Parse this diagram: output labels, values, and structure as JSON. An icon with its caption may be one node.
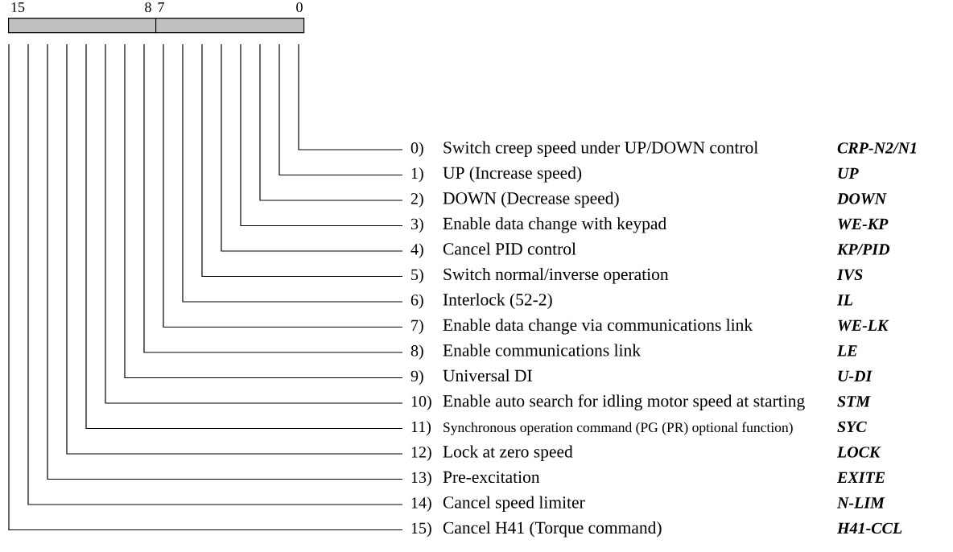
{
  "diagram": {
    "nodes": [
      {
        "text": [
          "15",
          "8"
        ]
      },
      {
        "text": [
          "7",
          "0"
        ]
      },
      {
        "text": [
          "0)",
          "Switch creep speed under UP/DOWN control",
          "CRP-N2/N1"
        ]
      },
      {
        "text": [
          "1)",
          "UP (Increase speed)",
          "UP"
        ]
      },
      {
        "text": [
          "2)",
          "DOWN (Decrease speed)",
          "DOWN"
        ]
      },
      {
        "text": [
          "3)",
          "Enable data change with keypad",
          "WE-KP"
        ]
      },
      {
        "text": [
          "4)",
          "Cancel PID control",
          "KP/PID"
        ]
      },
      {
        "text": [
          "5)",
          "Switch normal/inverse operation",
          "IVS"
        ]
      },
      {
        "text": [
          "6)",
          "Interlock (52-2)",
          "IL"
        ]
      },
      {
        "text": [
          "7)",
          "Enable data change via communications link",
          "WE-LK"
        ]
      },
      {
        "text": [
          "8)",
          "Enable communications link",
          "LE"
        ]
      },
      {
        "text": [
          "9)",
          "Universal DI",
          "U-DI"
        ]
      },
      {
        "text": [
          "10)",
          "Enable auto search for idling motor speed at starting",
          "STM"
        ]
      },
      {
        "text": [
          "11)",
          "Synchronous operation command (PG (PR) optional function)",
          "SYC"
        ]
      },
      {
        "text": [
          "12)",
          "Lock at zero speed",
          "LOCK"
        ]
      },
      {
        "text": [
          "13)",
          "Pre-excitation",
          "EXITE"
        ]
      },
      {
        "text": [
          "14)",
          "Cancel speed limiter",
          "N-LIM"
        ]
      },
      {
        "text": [
          "15)",
          "Cancel H41 (Torque command)",
          "H41-CCL"
        ]
      }
    ],
    "edges": [
      {
        "from": 2,
        "to": null,
        "arrow": "none"
      },
      {
        "from": 3,
        "to": null,
        "arrow": "none"
      },
      {
        "from": 4,
        "to": null,
        "arrow": "none"
      },
      {
        "from": 5,
        "to": null,
        "arrow": "none"
      },
      {
        "from": 6,
        "to": null,
        "arrow": "none"
      },
      {
        "from": 7,
        "to": null,
        "arrow": "none"
      },
      {
        "from": 8,
        "to": null,
        "arrow": "none"
      },
      {
        "from": 9,
        "to": null,
        "arrow": "none"
      },
      {
        "from": 10,
        "to": null,
        "arrow": "none"
      },
      {
        "from": 11,
        "to": null,
        "arrow": "none"
      },
      {
        "from": 12,
        "to": null,
        "arrow": "none"
      },
      {
        "from": 13,
        "to": null,
        "arrow": "none"
      },
      {
        "from": 14,
        "to": null,
        "arrow": "none"
      },
      {
        "from": 15,
        "to": null,
        "arrow": "none"
      },
      {
        "from": 16,
        "to": null,
        "arrow": "none"
      },
      {
        "from": 17,
        "to": null,
        "arrow": "none"
      }
    ]
  }
}
